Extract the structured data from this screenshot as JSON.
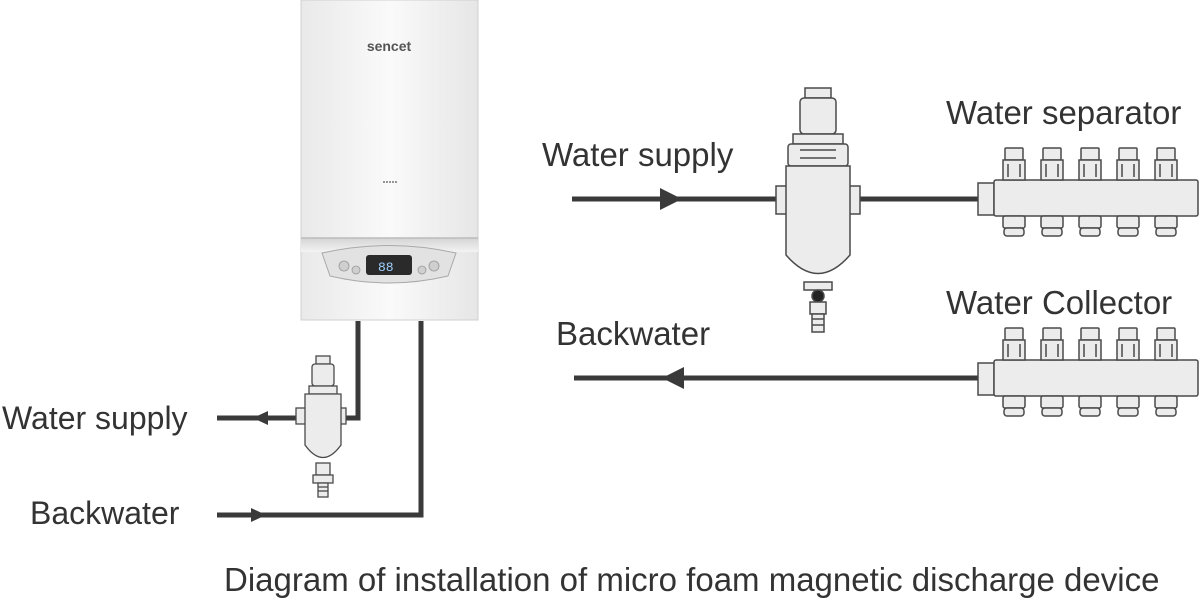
{
  "boiler": {
    "brand": "sencet",
    "display_digits": "88"
  },
  "labels": {
    "right_water_supply": "Water supply",
    "water_separator": "Water separator",
    "water_collector": "Water Collector",
    "right_backwater": "Backwater",
    "left_water_supply": "Water supply",
    "left_backwater": "Backwater"
  },
  "caption": "Diagram of installation of micro foam magnetic discharge device",
  "colors": {
    "pipe": "#3a3a3a",
    "text": "#333333",
    "boiler_body": "#f2f2f2",
    "outline": "#555555"
  },
  "manifold_valves": 5
}
